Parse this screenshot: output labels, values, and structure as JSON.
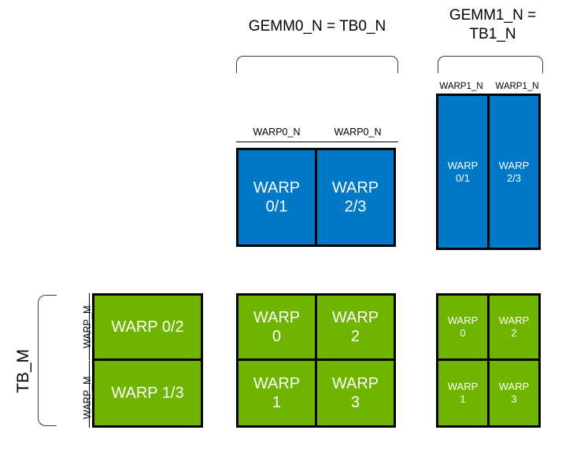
{
  "diagram": {
    "title": "GEMM warp tiling layout",
    "colors": {
      "blue": "#0078C8",
      "green": "#6FB500",
      "outline": "#000000",
      "bracket": "#3A3A3A"
    },
    "headings": {
      "gemm0": "GEMM0_N = TB0_N",
      "gemm1": "GEMM1_N =\nTB1_N"
    },
    "left_bracket": {
      "tb_m": "TB_M",
      "warp_m_top": "WARP_M",
      "warp_m_bottom": "WARP_M"
    },
    "blue_gemm0": {
      "tick_labels": [
        "WARP0_N",
        "WARP0_N"
      ],
      "cells": [
        "WARP\n0/1",
        "WARP\n2/3"
      ]
    },
    "blue_gemm1": {
      "tick_labels": [
        "WARP1_N",
        "WARP1_N"
      ],
      "cells": [
        "WARP\n0/1",
        "WARP\n2/3"
      ]
    },
    "green_left": {
      "cells": [
        "WARP 0/2",
        "WARP 1/3"
      ]
    },
    "green_middle": {
      "cells": [
        [
          "WARP\n0",
          "WARP\n2"
        ],
        [
          "WARP\n1",
          "WARP\n3"
        ]
      ]
    },
    "green_right": {
      "cells": [
        [
          "WARP\n0",
          "WARP\n2"
        ],
        [
          "WARP\n1",
          "WARP\n3"
        ]
      ]
    }
  }
}
